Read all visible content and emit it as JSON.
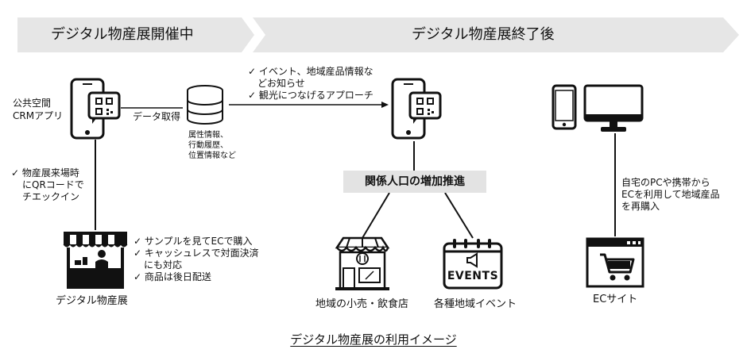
{
  "phases": {
    "during": "デジタル物産展開催中",
    "after": "デジタル物産展終了後"
  },
  "left": {
    "app_label_1": "公共空間",
    "app_label_2": "CRMアプリ",
    "data_acquire": "データ取得",
    "db_info": [
      "属性情報、",
      "行動履歴、",
      "位置情報など"
    ],
    "checkin": [
      "物産展来場時",
      "にQRコードで",
      "チエックイン"
    ],
    "booth_points": [
      {
        "text": "サンプルを見てECで購入"
      },
      {
        "text": "キャッシュレスで対面決済"
      },
      {
        "text": "にも対応",
        "continuation": true
      },
      {
        "text": "商品は後日配送"
      }
    ],
    "booth_label": "デジタル物産展"
  },
  "center": {
    "notices": [
      {
        "text": "イベント、地域産品情報な"
      },
      {
        "text": "どお知らせ",
        "continuation": true
      },
      {
        "text": "観光につなげるアプローチ"
      }
    ],
    "relation_label": "関係人口の増加推進",
    "shop_label": "地域の小売・飲食店",
    "events_label": "各種地域イベント",
    "events_icon_text": "EVENTS"
  },
  "right": {
    "repurchase": [
      "自宅のPCや携帯から",
      "ECを利用して地域産品",
      "を再購入"
    ],
    "ec_label": "ECサイト"
  },
  "caption": "デジタル物産展の利用イメージ"
}
